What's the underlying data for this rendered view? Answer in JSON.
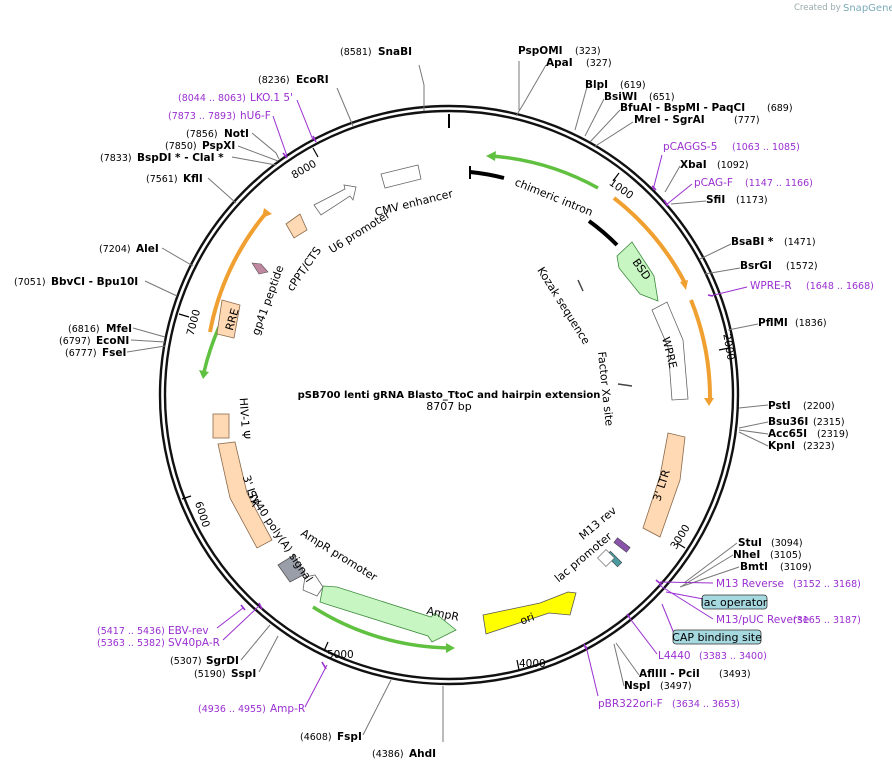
{
  "credit": {
    "created_by": "Created by",
    "brand": "SnapGene"
  },
  "title": "pSB700 lenti gRNA Blasto_TtoC and hairpin extension",
  "size": "8707 bp",
  "ticks": [
    "1000",
    "2000",
    "3000",
    "4000",
    "5000",
    "6000",
    "7000",
    "8000"
  ],
  "sites": [
    {
      "pos": "(8581)",
      "name": "SnaBI"
    },
    {
      "pos": "(8236)",
      "name": "EcoRI"
    },
    {
      "pos": "(7856)",
      "name": "NotI"
    },
    {
      "pos": "(7850)",
      "name": "PspXI"
    },
    {
      "pos": "(7833)",
      "name": "BspDI *  - ClaI *"
    },
    {
      "pos": "(7561)",
      "name": "KflI"
    },
    {
      "pos": "(7204)",
      "name": "AleI"
    },
    {
      "pos": "(7051)",
      "name": "BbvCI   - Bpu10I"
    },
    {
      "pos": "(6816)",
      "name": "MfeI"
    },
    {
      "pos": "(6797)",
      "name": "EcoNI"
    },
    {
      "pos": "(6777)",
      "name": "FseI"
    },
    {
      "pos": "(5307)",
      "name": "SgrDI"
    },
    {
      "pos": "(5190)",
      "name": "SspI"
    },
    {
      "pos": "(4608)",
      "name": "FspI"
    },
    {
      "pos": "(4386)",
      "name": "AhdI"
    },
    {
      "pos": "(323)",
      "name": "PspOMI"
    },
    {
      "pos": "(327)",
      "name": "ApaI"
    },
    {
      "pos": "(619)",
      "name": "BlpI"
    },
    {
      "pos": "(651)",
      "name": "BsiWI"
    },
    {
      "pos": "(689)",
      "name": "BfuAI   - BspMI   - PaqCI"
    },
    {
      "pos": "(777)",
      "name": "MreI   - SgrAI"
    },
    {
      "pos": "(1092)",
      "name": "XbaI"
    },
    {
      "pos": "(1173)",
      "name": "SfiI"
    },
    {
      "pos": "(1471)",
      "name": "BsaBI *"
    },
    {
      "pos": "(1572)",
      "name": "BsrGI"
    },
    {
      "pos": "(1836)",
      "name": "PflMI"
    },
    {
      "pos": "(2200)",
      "name": "PstI"
    },
    {
      "pos": "(2315)",
      "name": "Bsu36I"
    },
    {
      "pos": "(2319)",
      "name": "Acc65I"
    },
    {
      "pos": "(2323)",
      "name": "KpnI"
    },
    {
      "pos": "(3094)",
      "name": "StuI"
    },
    {
      "pos": "(3105)",
      "name": "NheI"
    },
    {
      "pos": "(3109)",
      "name": "BmtI"
    },
    {
      "pos": "(3493)",
      "name": "AflIII  - PciI"
    },
    {
      "pos": "(3497)",
      "name": "NspI"
    }
  ],
  "primers": [
    {
      "pos": "(8044 .. 8063)",
      "name": "LKO.1 5'"
    },
    {
      "pos": "(7873 .. 7893)",
      "name": "hU6-F"
    },
    {
      "pos": "(5417 .. 5436)",
      "name": "EBV-rev"
    },
    {
      "pos": "(5363 .. 5382)",
      "name": "SV40pA-R"
    },
    {
      "pos": "(4936 .. 4955)",
      "name": "Amp-R"
    },
    {
      "pos": "(1063 .. 1085)",
      "name": "pCAGGS-5"
    },
    {
      "pos": "(1147 .. 1166)",
      "name": "pCAG-F"
    },
    {
      "pos": "(1648 .. 1668)",
      "name": "WPRE-R"
    },
    {
      "pos": "(3152 .. 3168)",
      "name": "M13 Reverse"
    },
    {
      "pos": "(3165 .. 3187)",
      "name": "M13/pUC Reverse"
    },
    {
      "pos": "(3383 .. 3400)",
      "name": "L4440"
    },
    {
      "pos": "(3634 .. 3653)",
      "name": "pBR322ori-F"
    }
  ],
  "bindings": {
    "lac_operator": "lac operator",
    "cap_site": "CAP binding site"
  },
  "features": {
    "chimeric_intron": "chimeric intron",
    "bsd": "BSD",
    "kozak": "Kozak sequence",
    "wpre": "WPRE",
    "factor_xa": "Factor Xa site",
    "ltr3": "3' LTR",
    "m13_rev": "M13 rev",
    "lac_promoter": "lac promoter",
    "ori": "ori",
    "ampr": "AmpR",
    "ampr_promoter": "AmpR promoter",
    "sv40_polya": "SV40 poly(A) signal",
    "ltr3_left": "3' LTR",
    "hiv_psi": "HIV-1 Ψ",
    "rre": "RRE",
    "gp41": "gp41 peptide",
    "cppt": "cPPT/CTS",
    "u6": "U6 promoter",
    "cmv": "CMV enhancer"
  },
  "colors": {
    "primer": "#9a2fd0",
    "ori": "#ffff00",
    "amp_green": "#c8f6c2",
    "ltr_orange": "#ffd8b4",
    "binding_box": "#a6d8e0"
  }
}
